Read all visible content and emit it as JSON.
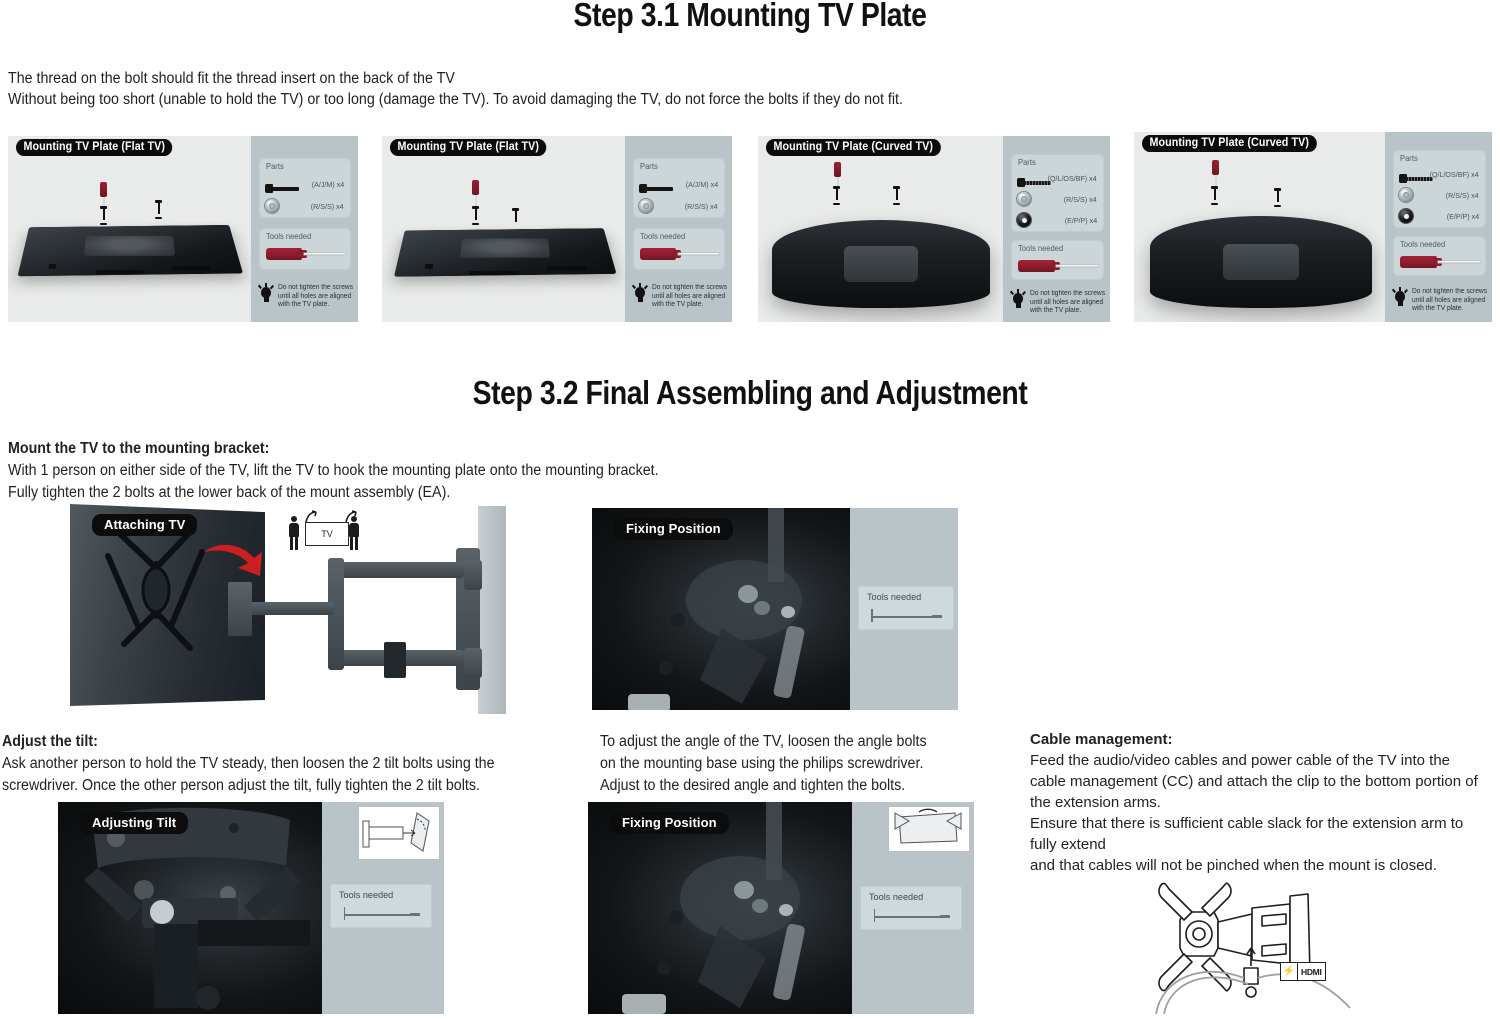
{
  "document": {
    "step31": {
      "title": "Step 3.1 Mounting TV Plate",
      "intro_line_1": "The thread on the bolt should fit the thread insert on the back of the TV",
      "intro_line_2": "Without being too short (unable to hold the TV) or too long (damage the TV). To avoid damaging the TV, do not force the bolts if they do not fit."
    },
    "step32": {
      "title": "Step 3.2  Final Assembling and Adjustment",
      "mount_heading": "Mount the TV to the mounting bracket:",
      "mount_line_1": "With 1 person on either side of the TV, lift the TV to hook the mounting plate onto the mounting bracket.",
      "mount_line_2": "Fully tighten the 2 bolts at the lower back of the mount assembly (EA).",
      "tilt_heading": "Adjust the tilt:",
      "tilt_line_1": "Ask another person to hold the TV steady, then loosen the 2 tilt bolts using the",
      "tilt_line_2": "screwdriver. Once the other person adjust the tilt, fully tighten the 2 tilt bolts.",
      "angle_line_1": "To adjust the angle of the TV, loosen the angle bolts",
      "angle_line_2": "on the mounting base using the philips screwdriver.",
      "angle_line_3": "Adjust to the desired angle and tighten the bolts.",
      "cable_heading": "Cable management:",
      "cable_line_1": "Feed the audio/video cables and power cable of the TV into the",
      "cable_line_2": "cable management (CC) and attach the clip to the bottom portion of",
      "cable_line_3": "the extension arms.",
      "cable_line_4": "Ensure that there is sufficient cable slack for the extension arm to",
      "cable_line_5": "fully extend",
      "cable_line_6": "and that cables will not be pinched when the mount is closed."
    }
  },
  "common": {
    "parts_title": "Parts",
    "tools_title": "Tools needed",
    "warning_line_1": "Do not tighten the screws",
    "warning_line_2": "until all holes are aligned",
    "warning_line_3": "with the TV plate."
  },
  "top_panels": [
    {
      "caption": "Mounting TV Plate (Flat TV)",
      "tv_type": "flat",
      "parts": [
        {
          "icon": "bolt-short-icon",
          "label": "(A/J/M) x4"
        },
        {
          "icon": "washer-icon",
          "label": "(R/S/S) x4"
        }
      ]
    },
    {
      "caption": "Mounting TV Plate (Flat TV)",
      "tv_type": "flat",
      "parts": [
        {
          "icon": "bolt-short-icon",
          "label": "(A/J/M) x4"
        },
        {
          "icon": "washer-icon",
          "label": "(R/S/S) x4"
        }
      ]
    },
    {
      "caption": "Mounting TV Plate (Curved TV)",
      "tv_type": "curved",
      "parts": [
        {
          "icon": "bolt-long-icon",
          "label": "(Q/L/OS/BF) x4"
        },
        {
          "icon": "washer-icon",
          "label": "(R/S/S) x4"
        },
        {
          "icon": "spacer-icon",
          "label": "(E/P/P) x4"
        }
      ]
    },
    {
      "caption": "Mounting TV Plate (Curved TV)",
      "tv_type": "curved",
      "parts": [
        {
          "icon": "bolt-long-icon",
          "label": "(Q/L/OS/BF) x4"
        },
        {
          "icon": "washer-icon",
          "label": "(R/S/S) x4"
        },
        {
          "icon": "spacer-icon",
          "label": "(E/P/P) x4"
        }
      ]
    }
  ],
  "photo_panels": {
    "attaching_tv": {
      "caption": "Attaching TV",
      "tv_box_label": "TV"
    },
    "fixing_position_top": {
      "caption": "Fixing Position",
      "tools_title": "Tools needed"
    },
    "adjusting_tilt": {
      "caption": "Adjusting Tilt",
      "tools_title": "Tools needed"
    },
    "fixing_position_bottom": {
      "caption": "Fixing Position",
      "tools_title": "Tools needed"
    }
  },
  "cable_diagram": {
    "power_icon": "lightning-bolt-icon",
    "hdmi_label": "HDMI"
  },
  "colors": {
    "panel_side": "#b8c4c8",
    "card": "#ccd6d9",
    "caption_bg": "#0c0c0c",
    "screwdriver_red": "#8c1c2d",
    "arrow_red": "#cc1f22"
  }
}
